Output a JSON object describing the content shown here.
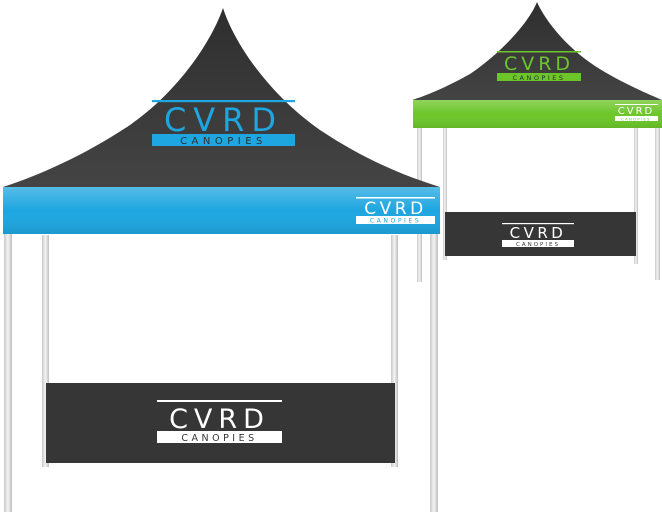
{
  "tent_large": {
    "logo_main": "CVRD",
    "logo_sub": "CANOPIES",
    "valance_logo_main": "CVRD",
    "valance_logo_sub": "CANOPIES",
    "wall_logo_main": "CVRD",
    "wall_logo_sub": "CANOPIES",
    "roof_color": "#3a3a3a",
    "valance_color": "#1ea6e0",
    "wall_color": "#363636"
  },
  "tent_small": {
    "logo_main": "CVRD",
    "logo_sub": "CANOPIES",
    "valance_logo_main": "CVRD",
    "valance_logo_sub": "CANOPIES",
    "wall_logo_main": "CVRD",
    "wall_logo_sub": "CANOPIES",
    "roof_color": "#3a3a3a",
    "valance_color": "#6cc62a",
    "wall_color": "#363636"
  }
}
